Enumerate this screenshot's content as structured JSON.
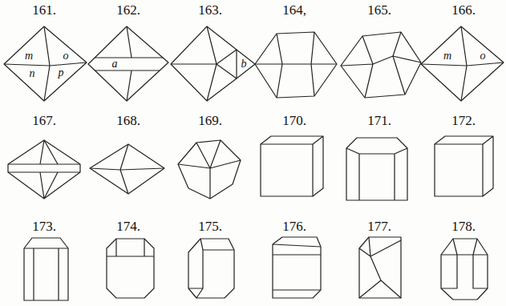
{
  "diagram": {
    "labels": [
      "161.",
      "162.",
      "163.",
      "164,",
      "165.",
      "166.",
      "m",
      "o",
      "n",
      "p",
      "a",
      "b",
      "m",
      "o",
      "167.",
      "168.",
      "169.",
      "170.",
      "171.",
      "172.",
      "173.",
      "174.",
      "175.",
      "176.",
      "177.",
      "178."
    ]
  }
}
